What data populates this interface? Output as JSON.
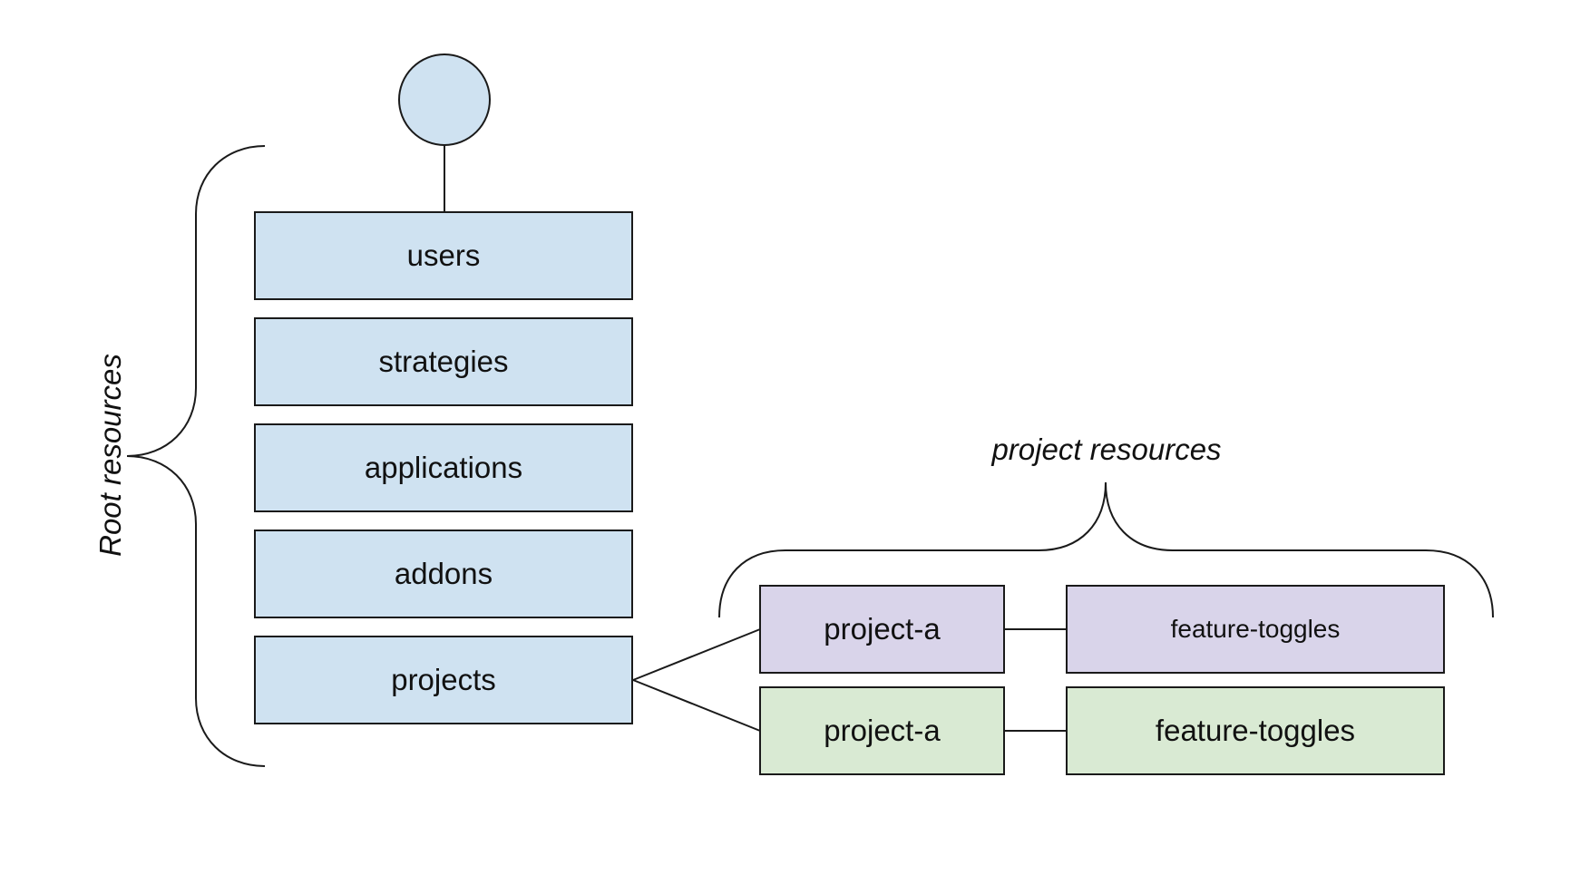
{
  "colors": {
    "root_fill": "#cfe2f1",
    "project_a_fill": "#d9d4ea",
    "project_b_fill": "#d9ead3",
    "stroke": "#1a1a1a"
  },
  "root": {
    "group_label": "Root resources",
    "items": [
      {
        "label": "users"
      },
      {
        "label": "strategies"
      },
      {
        "label": "applications"
      },
      {
        "label": "addons"
      },
      {
        "label": "projects"
      }
    ]
  },
  "projects": {
    "group_label": "project resources",
    "rows": [
      {
        "project_label": "project-a",
        "resource_label": "feature-toggles"
      },
      {
        "project_label": "project-a",
        "resource_label": "feature-toggles"
      }
    ]
  }
}
